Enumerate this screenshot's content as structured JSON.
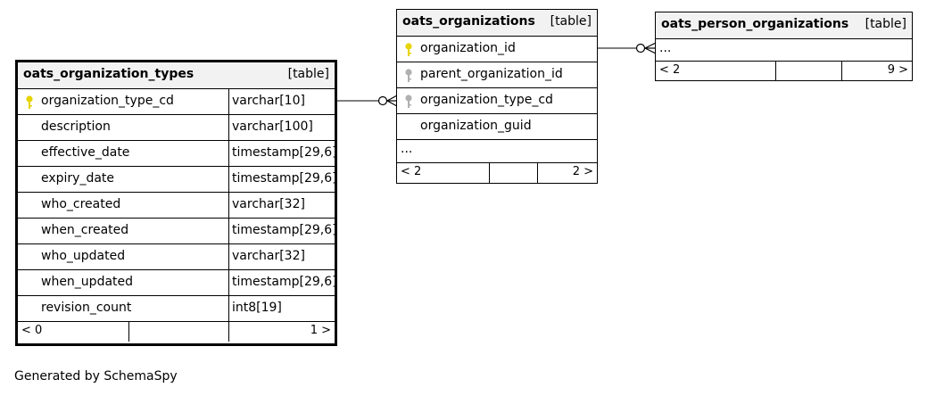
{
  "tables": {
    "org_types": {
      "name": "oats_organization_types",
      "kind": "[table]",
      "columns": [
        {
          "name": "organization_type_cd",
          "type": "varchar[10]",
          "key": "primary"
        },
        {
          "name": "description",
          "type": "varchar[100]",
          "key": "none"
        },
        {
          "name": "effective_date",
          "type": "timestamp[29,6]",
          "key": "none"
        },
        {
          "name": "expiry_date",
          "type": "timestamp[29,6]",
          "key": "none"
        },
        {
          "name": "who_created",
          "type": "varchar[32]",
          "key": "none"
        },
        {
          "name": "when_created",
          "type": "timestamp[29,6]",
          "key": "none"
        },
        {
          "name": "who_updated",
          "type": "varchar[32]",
          "key": "none"
        },
        {
          "name": "when_updated",
          "type": "timestamp[29,6]",
          "key": "none"
        },
        {
          "name": "revision_count",
          "type": "int8[19]",
          "key": "none"
        }
      ],
      "footer": {
        "left": "< 0",
        "right": "1 >"
      }
    },
    "orgs": {
      "name": "oats_organizations",
      "kind": "[table]",
      "columns": [
        {
          "name": "organization_id",
          "key": "primary"
        },
        {
          "name": "parent_organization_id",
          "key": "foreign"
        },
        {
          "name": "organization_type_cd",
          "key": "foreign"
        },
        {
          "name": "organization_guid",
          "key": "none"
        }
      ],
      "ellipsis": "...",
      "footer": {
        "left": "< 2",
        "right": "2 >"
      }
    },
    "person_orgs": {
      "name": "oats_person_organizations",
      "kind": "[table]",
      "ellipsis": "...",
      "footer": {
        "left": "< 2",
        "right": "9 >"
      }
    }
  },
  "caption": "Generated by SchemaSpy",
  "colors": {
    "primary_key": "#e6d300",
    "foreign_key": "#b0b0b0",
    "header_bg": "#f2f2f2"
  }
}
